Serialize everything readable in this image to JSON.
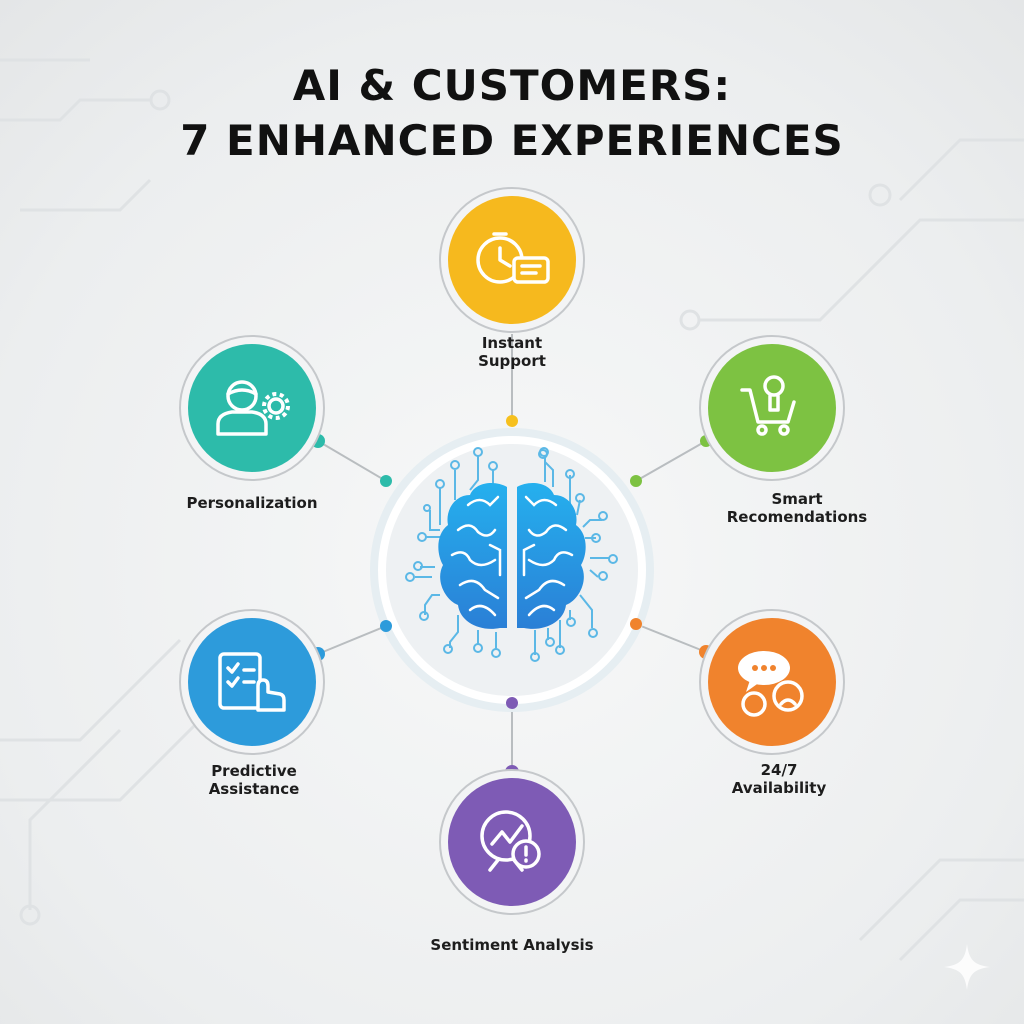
{
  "title": {
    "line1": "AI & CUSTOMERS:",
    "line2": "7 ENHANCED EXPERIENCES"
  },
  "center": {
    "icon": "brain-circuit-icon",
    "color": "#2a8fdc"
  },
  "items": [
    {
      "line1": "Instant",
      "line2": "Support",
      "icon": "stopwatch-chat-icon",
      "color": "#f6b91e"
    },
    {
      "line1": "Smart",
      "line2": "Recomendations",
      "icon": "lightbulb-cart-icon",
      "color": "#7dc242"
    },
    {
      "line1": "24/7",
      "line2": "Availability",
      "icon": "chat-sad-faces-icon",
      "color": "#f0832d"
    },
    {
      "line1": "Sentiment Analysis",
      "line2": "",
      "icon": "chart-alert-icon",
      "color": "#7e5bb5"
    },
    {
      "line1": "Predictive",
      "line2": "Assistance",
      "icon": "clipboard-hand-icon",
      "color": "#2d9bdb"
    },
    {
      "line1": "Personalization",
      "line2": "",
      "icon": "user-gear-icon",
      "color": "#2dbbaa"
    }
  ]
}
